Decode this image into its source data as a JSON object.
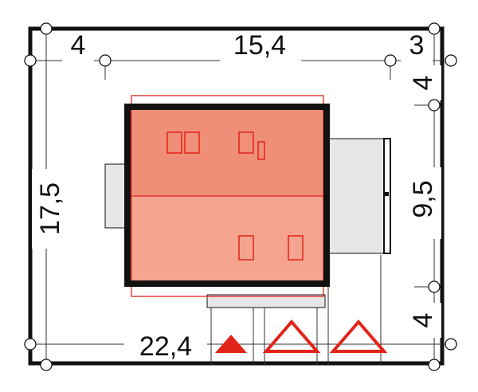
{
  "dimensions": {
    "top_left": "4",
    "top_middle": "15,4",
    "top_right": "3",
    "left_total": "17,5",
    "right_top": "4",
    "right_middle": "9,5",
    "right_bottom": "4",
    "bottom_total": "22,4"
  },
  "colors": {
    "roof_upper": "#ef8f78",
    "roof_lower": "#f4a48f",
    "roof_outline": "#e2231a",
    "wall": "#111111",
    "annex": "#e6e6e6",
    "marker_red": "#e2231a"
  },
  "markers": [
    "entrance-marker-filled",
    "triangle-marker-outline",
    "triangle-marker-outline"
  ]
}
